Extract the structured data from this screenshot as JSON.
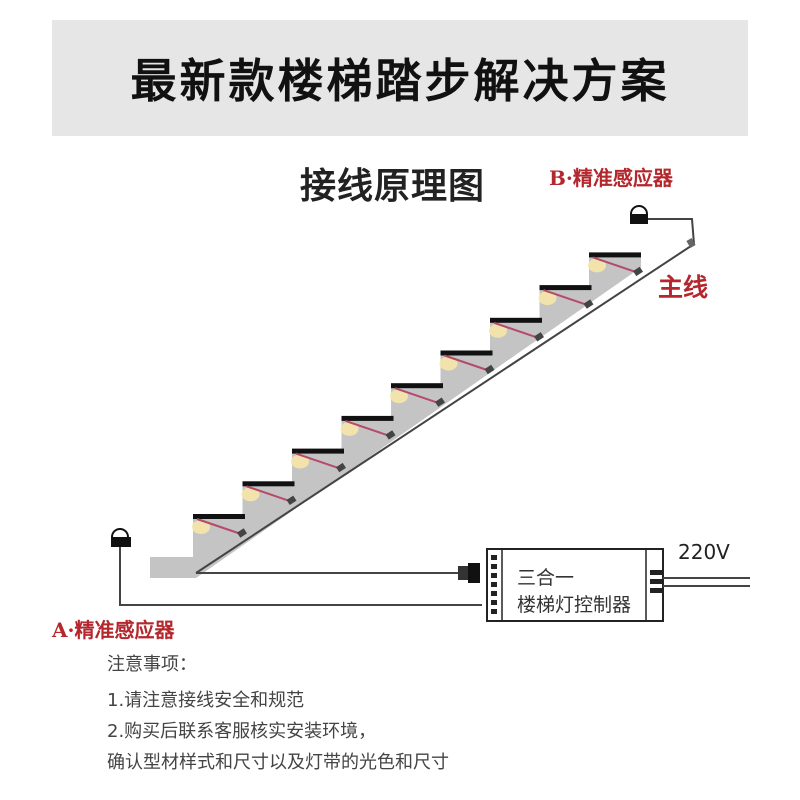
{
  "banner": {
    "title": "最新款楼梯踏步解决方案"
  },
  "diagram": {
    "subtitle": "接线原理图",
    "sensor_b_label": "B·精准感应器",
    "sensor_a_label": "A·精准感应器",
    "main_line_label": "主线",
    "voltage_label": "220V",
    "controller_line1": "三合一",
    "controller_line2": "楼梯灯控制器",
    "step_count": 9,
    "colors": {
      "wire_red": "#b54a6a",
      "label_red": "#b3272d",
      "tread": "#111111",
      "stair_gray": "#c4c4c4"
    }
  },
  "notes": {
    "title": "注意事项：",
    "items": [
      "1.请注意接线安全和规范",
      "2.购买后联系客服核实安装环境，",
      "确认型材样式和尺寸以及灯带的光色和尺寸"
    ]
  }
}
